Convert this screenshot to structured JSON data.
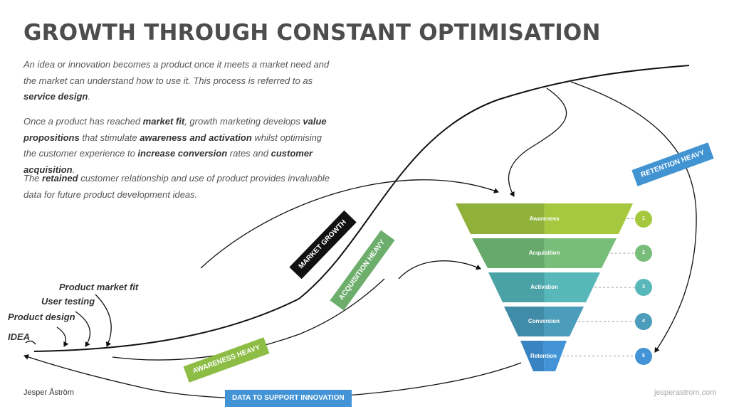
{
  "title": "GROWTH THROUGH CONSTANT OPTIMISATION",
  "paragraphs": [
    [
      {
        "t": "An idea or innovation becomes a product once it meets a market need and the market can understand how to use it. This process is referred to as "
      },
      {
        "t": "service design",
        "b": true
      },
      {
        "t": "."
      }
    ],
    [
      {
        "t": "Once a product has reached "
      },
      {
        "t": "market fit",
        "b": true
      },
      {
        "t": ", growth marketing develops "
      },
      {
        "t": "value propositions",
        "b": true
      },
      {
        "t": " that stimulate "
      },
      {
        "t": "awareness and activation",
        "b": true
      },
      {
        "t": " whilst optimising the customer experience to "
      },
      {
        "t": "increase conversion",
        "b": true
      },
      {
        "t": " rates and "
      },
      {
        "t": "customer acquisition",
        "b": true
      },
      {
        "t": "."
      }
    ],
    [
      {
        "t": "The "
      },
      {
        "t": "retained",
        "b": true
      },
      {
        "t": " customer relationship and use of product provides invaluable data for future product development ideas."
      }
    ]
  ],
  "stages": {
    "idea": "IDEA",
    "product_design": "Product design",
    "user_testing": "User testing",
    "product_market_fit": "Product market fit"
  },
  "tags": {
    "market_growth": "MARKET GROWTH",
    "acquisition_heavy": "ACQUISITION HEAVY",
    "awareness_heavy": "AWARENESS HEAVY",
    "retention_heavy": "RETENTION HEAVY",
    "data_to_support": "DATA TO SUPPORT INNOVATION"
  },
  "funnel": [
    {
      "label": "Awareness",
      "num": "1",
      "color": "#a5c83f",
      "color_dark": "#8fb13a",
      "num_color": "#a5c83f"
    },
    {
      "label": "Acquisition",
      "num": "2",
      "color": "#78bd7a",
      "color_dark": "#66a96a",
      "num_color": "#78bd7a"
    },
    {
      "label": "Activation",
      "num": "3",
      "color": "#58b7b9",
      "color_dark": "#4aa2a6",
      "num_color": "#58b7b9"
    },
    {
      "label": "Conversion",
      "num": "4",
      "color": "#4b9dbb",
      "color_dark": "#3f8ba8",
      "num_color": "#4b9dbb"
    },
    {
      "label": "Retention",
      "num": "5",
      "color": "#4394d6",
      "color_dark": "#3884c2",
      "num_color": "#4394d6"
    }
  ],
  "colors": {
    "market_growth": "#111111",
    "acquisition_heavy": "#6dae6c",
    "awareness_heavy": "#8dbd45",
    "retention_heavy": "#4193d2",
    "data_to_support": "#4394d6"
  },
  "footer": {
    "left": "Jesper Åström",
    "right": "jesperastrom.com"
  }
}
